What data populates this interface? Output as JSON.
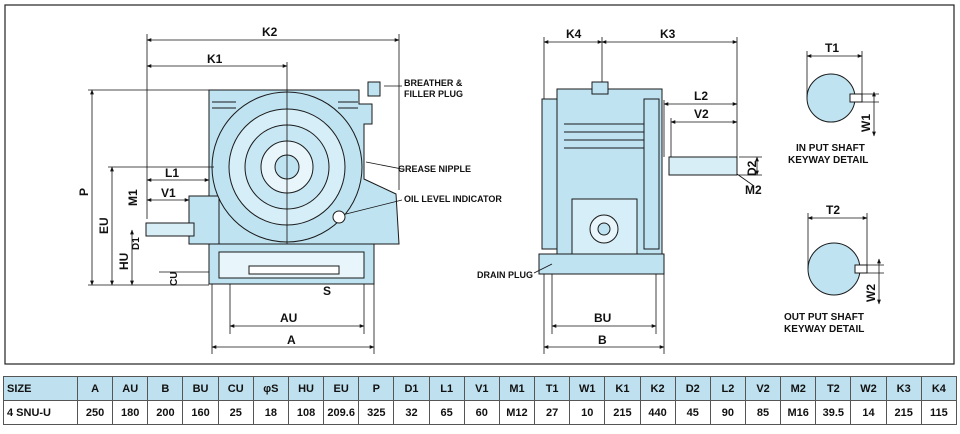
{
  "drawing": {
    "dims": {
      "K2": "K2",
      "K1": "K1",
      "L1": "L1",
      "V1": "V1",
      "M1": "M1",
      "D1": "D1",
      "P": "P",
      "EU": "EU",
      "HU": "HU",
      "CU": "CU",
      "S": "S",
      "AU": "AU",
      "A": "A",
      "K4": "K4",
      "K3": "K3",
      "L2": "L2",
      "V2": "V2",
      "D2": "D2",
      "M2": "M2",
      "BU": "BU",
      "B": "B",
      "T1": "T1",
      "W1": "W1",
      "T2": "T2",
      "W2": "W2"
    },
    "labels": {
      "breather_line1": "BREATHER &",
      "breather_line2": "FILLER PLUG",
      "grease": "GREASE NIPPLE",
      "oil": "OIL LEVEL INDICATOR",
      "drain": "DRAIN PLUG"
    },
    "captions": {
      "input_line1": "IN PUT SHAFT",
      "input_line2": "KEYWAY DETAIL",
      "output_line1": "OUT PUT SHAFT",
      "output_line2": "KEYWAY DETAIL"
    }
  },
  "colors": {
    "body": "#bfe3f1",
    "line": "#1a1a1a",
    "header": "#bfe0ee"
  },
  "table": {
    "headers": [
      "SIZE",
      "A",
      "AU",
      "B",
      "BU",
      "CU",
      "φS",
      "HU",
      "EU",
      "P",
      "D1",
      "L1",
      "V1",
      "M1",
      "T1",
      "W1",
      "K1",
      "K2",
      "D2",
      "L2",
      "V2",
      "M2",
      "T2",
      "W2",
      "K3",
      "K4"
    ],
    "rows": [
      [
        "4 SNU-U",
        "250",
        "180",
        "200",
        "160",
        "25",
        "18",
        "108",
        "209.6",
        "325",
        "32",
        "65",
        "60",
        "M12",
        "27",
        "10",
        "215",
        "440",
        "45",
        "90",
        "85",
        "M16",
        "39.5",
        "14",
        "215",
        "115"
      ]
    ]
  }
}
